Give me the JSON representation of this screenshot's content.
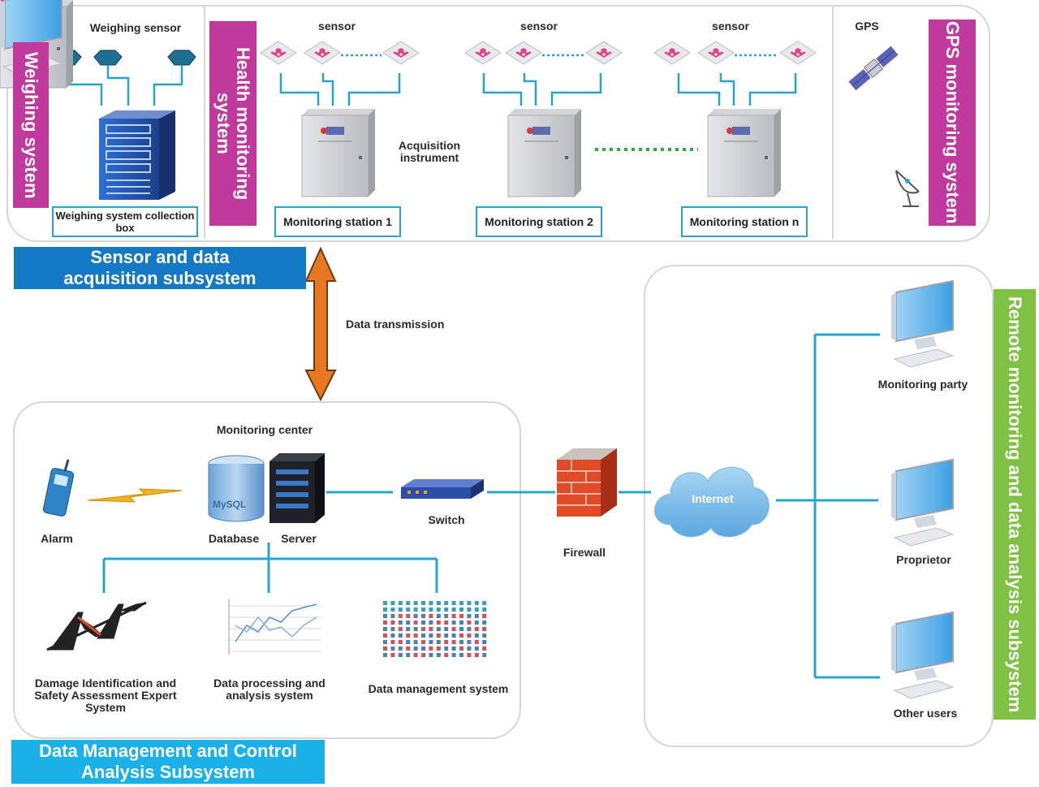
{
  "top": {
    "weighing_vertical": "Weighing system",
    "health_vertical": "Health monitoring system",
    "gps_vertical": "GPS monitoring system",
    "weighing_sensor": "Weighing sensor",
    "sensor_labels": [
      "sensor",
      "sensor",
      "sensor"
    ],
    "gps_label": "GPS",
    "acquisition_instrument": "Acquisition instrument",
    "collection_box": "Weighing system collection box",
    "stations": [
      "Monitoring station 1",
      "Monitoring station 2",
      "Monitoring station n"
    ]
  },
  "banners": {
    "sensor_subsystem": "Sensor and data acquisition subsystem",
    "data_mgmt_subsystem": "Data Management and Control Analysis Subsystem",
    "remote_subsystem": "Remote monitoring and data analysis subsystem"
  },
  "link": {
    "data_transmission": "Data transmission"
  },
  "center": {
    "title": "Monitoring center",
    "alarm": "Alarm",
    "database": "Database",
    "database_logo": "MySQL",
    "server": "Server",
    "switch": "Switch",
    "firewall": "Firewall",
    "internet": "Internet",
    "damage_system": "Damage Identification and Safety Assessment Expert System",
    "data_processing": "Data processing and analysis system",
    "data_management": "Data management system"
  },
  "remote": {
    "users": [
      "Monitoring party",
      "Proprietor",
      "Other users"
    ]
  },
  "colors": {
    "magenta": "#c0399c",
    "blue_banner": "#1479c4",
    "cyan_banner": "#1ab0e8",
    "green": "#7fc142",
    "line_blue": "#2aa3cf",
    "arrow_orange": "#e87722"
  }
}
